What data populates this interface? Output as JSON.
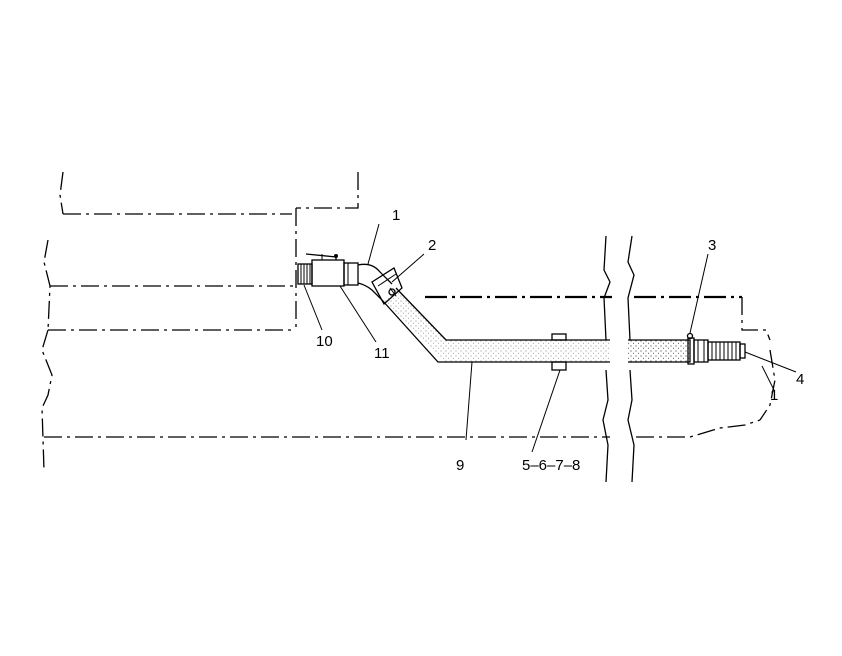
{
  "diagram": {
    "callouts": {
      "c1_top": "1",
      "c2": "2",
      "c3": "3",
      "c4": "4",
      "c1_right": "1",
      "c9": "9",
      "c10": "10",
      "c11": "11",
      "c5678": "5–6–7–8"
    },
    "colors": {
      "line": "#000000",
      "background": "#ffffff"
    }
  }
}
